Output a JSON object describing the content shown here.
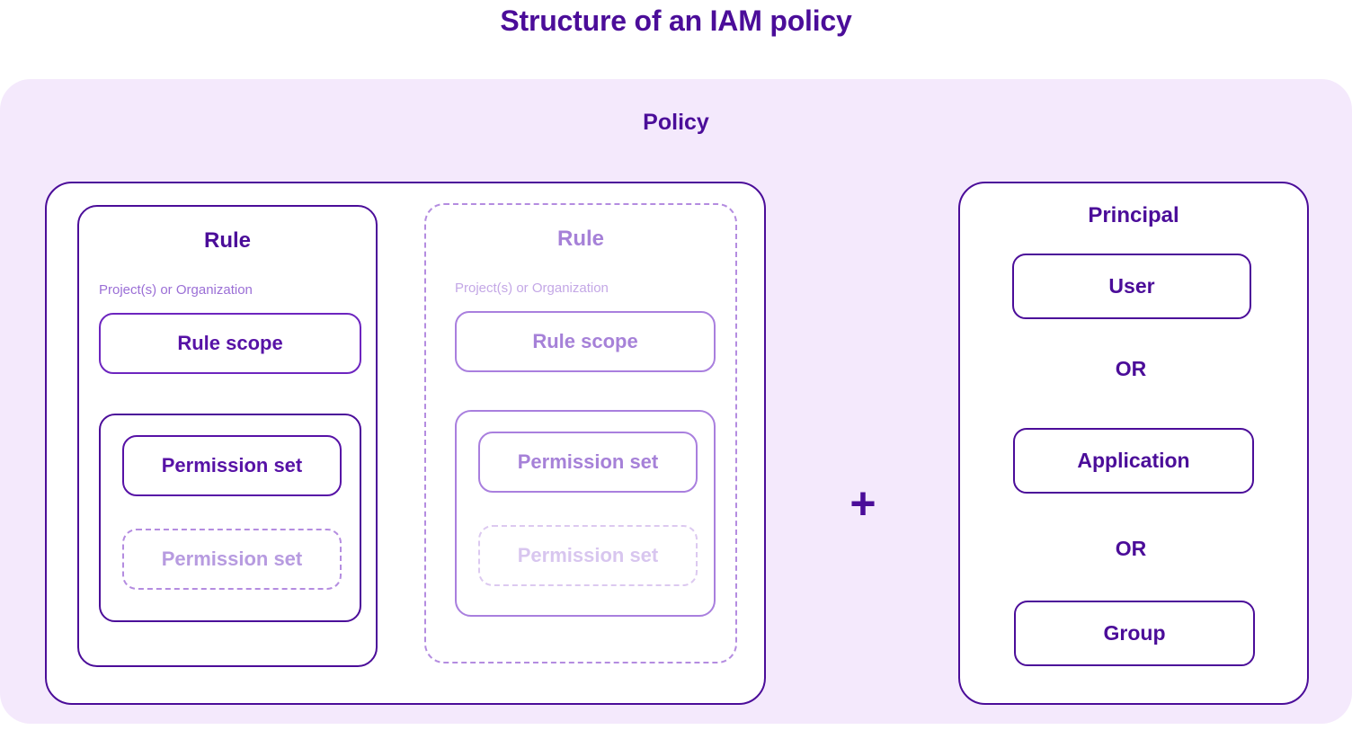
{
  "title": "Structure of an IAM policy",
  "colors": {
    "brand_dark_purple": "#4B0D99",
    "brand_mid_purple": "#6D25BF",
    "brand_light_purple": "#A97FDE",
    "brand_faint_purple": "#DCC9F0",
    "panel_background": "#F4E9FC",
    "card_background": "#FFFFFF"
  },
  "policy": {
    "label": "Policy",
    "rules": [
      {
        "title": "Rule",
        "sublabel": "Project(s) or Organization",
        "scope_label": "Rule scope",
        "permission_sets": [
          {
            "label": "Permission set",
            "style": "solid"
          },
          {
            "label": "Permission set",
            "style": "dashed"
          }
        ],
        "state": "primary"
      },
      {
        "title": "Rule",
        "sublabel": "Project(s) or Organization",
        "scope_label": "Rule scope",
        "permission_sets": [
          {
            "label": "Permission set",
            "style": "solid"
          },
          {
            "label": "Permission set",
            "style": "dashed"
          }
        ],
        "state": "ghost"
      }
    ],
    "conjunction": "+",
    "principal": {
      "title": "Principal",
      "items": [
        {
          "label": "User"
        },
        {
          "label": "Application"
        },
        {
          "label": "Group"
        }
      ],
      "separators": [
        {
          "label": "OR"
        },
        {
          "label": "OR"
        }
      ]
    }
  }
}
